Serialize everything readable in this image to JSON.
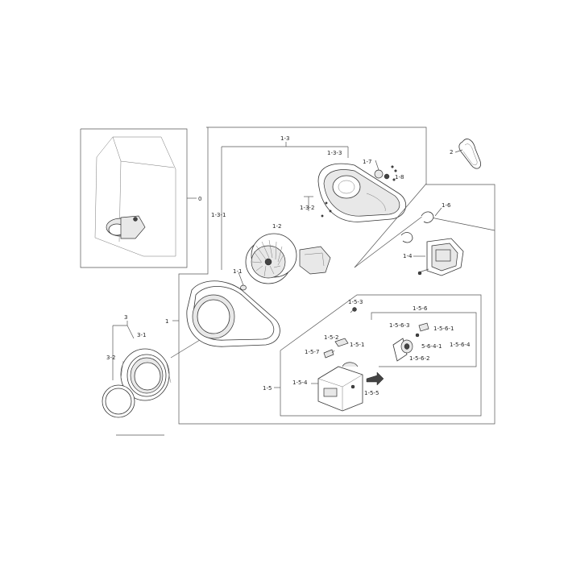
{
  "labels": {
    "l0": "0",
    "l1": "1",
    "l1_1": "1-1",
    "l1_2": "1-2",
    "l1_3": "1-3",
    "l1_3_1": "1-3-1",
    "l1_3_2": "1-3-2",
    "l1_3_3": "1-3-3",
    "l1_4": "1-4",
    "l1_5": "1-5",
    "l1_5_1": "1-5-1",
    "l1_5_2": "1-5-2",
    "l1_5_3": "1-5-3",
    "l1_5_4": "1-5-4",
    "l1_5_5": "1-5-5",
    "l1_5_6": "1-5-6",
    "l1_5_6_1": "1-5-6-1",
    "l1_5_6_2": "1-5-6-2",
    "l1_5_6_3": "1-5-6-3",
    "l1_5_6_4": "1-5-6-4",
    "l5_6_4_1": "5-6-4-1",
    "l1_5_7": "1-5-7",
    "l1_6": "1-6",
    "l1_7": "1-7",
    "l1_8": "1-8",
    "l2": "2",
    "l3": "3",
    "l3_1": "3-1",
    "l3_2": "3-2"
  }
}
